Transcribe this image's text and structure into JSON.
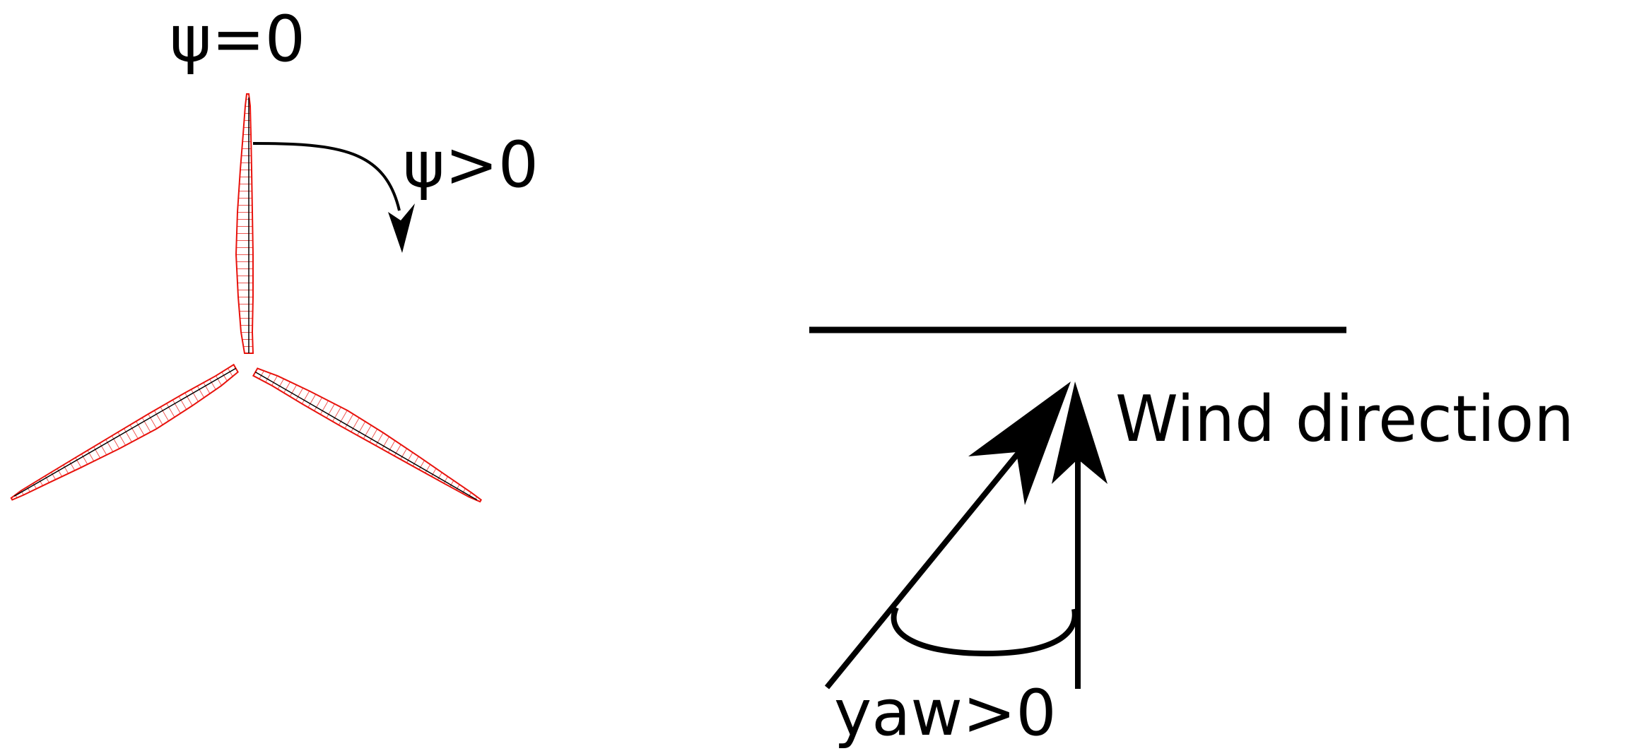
{
  "labels": {
    "psi_zero": "ψ=0",
    "psi_positive": "ψ>0",
    "wind_direction": "Wind direction",
    "yaw_positive": "yaw>0"
  },
  "colors": {
    "ink": "#000000",
    "blade_outline": "#e8120c",
    "background": "#ffffff"
  }
}
